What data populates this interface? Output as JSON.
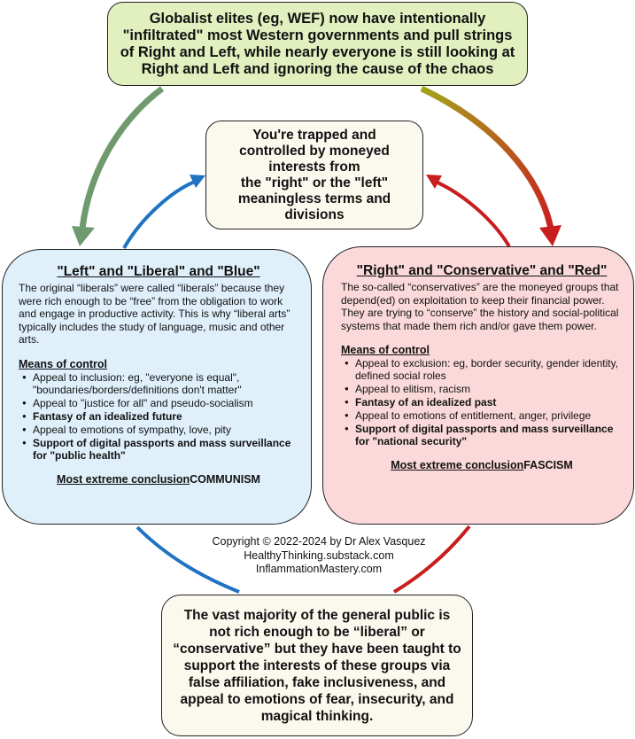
{
  "top_box": {
    "text": "Globalist elites (eg, WEF) now have intentionally \"infiltrated\" most Western governments and pull strings of Right and Left, while nearly everyone is still looking at Right and Left and ignoring the cause of the chaos"
  },
  "center_box": {
    "lines": [
      "You're trapped and",
      "controlled by moneyed",
      "interests from",
      "the \"right\" or the \"left\"",
      "meaningless terms and",
      "divisions"
    ]
  },
  "left_box": {
    "title": "\"Left\" and \"Liberal\" and \"Blue\"",
    "intro": "The original “liberals” were called “liberals” because they were rich enough to be “free” from the obligation to work and engage in productive activity. This is why “liberal arts” typically includes the study of language, music and other arts.",
    "means_label": "Means of control",
    "means": [
      {
        "text": "Appeal to inclusion: eg, \"everyone is equal\", \"boundaries/borders/definitions don't matter\"",
        "bold": false
      },
      {
        "text": "Appeal to \"justice for all\" and pseudo-socialism",
        "bold": false
      },
      {
        "text": "Fantasy of an idealized future",
        "bold": true
      },
      {
        "text": "Appeal to emotions of sympathy, love, pity",
        "bold": false
      },
      {
        "text": "Support of digital passports and mass surveillance for \"public health\"",
        "bold": true
      }
    ],
    "conclusion_label": "Most extreme conclusion",
    "conclusion_value": "COMMUNISM"
  },
  "right_box": {
    "title": "\"Right\" and \"Conservative\" and \"Red\"",
    "intro": "The so-called “conservatives” are the moneyed groups that depend(ed) on exploitation to keep their financial power. They are trying to “conserve” the  history and social-political systems that made them rich and/or gave them power.",
    "means_label": "Means of control",
    "means": [
      {
        "text": "Appeal to exclusion: eg, border security, gender identity, defined social roles",
        "bold": false
      },
      {
        "text": "Appeal to elitism, racism",
        "bold": false
      },
      {
        "text": "Fantasy of an idealized past",
        "bold": true
      },
      {
        "text": "Appeal to emotions of entitlement, anger, privilege",
        "bold": false
      },
      {
        "text": "Support of digital passports and mass surveillance for \"national security\"",
        "bold": true
      }
    ],
    "conclusion_label": "Most extreme conclusion",
    "conclusion_value": "FASCISM"
  },
  "copyright": {
    "line1": "Copyright © 2022-2024 by Dr Alex Vasquez",
    "line2": "HealthyThinking.substack.com",
    "line3": "InflammationMastery.com"
  },
  "bottom_box": {
    "text": "The vast majority of the general public is not rich enough to be “liberal” or “conservative” but they have been taught to support the interests of these groups via false affiliation, fake inclusiveness, and appeal to emotions of fear, insecurity, and magical thinking."
  },
  "colors": {
    "green_arrow": "#6e9a6e",
    "olive_arrow": "#a3a51c",
    "red_arrow": "#c81e1e",
    "blue_arrow": "#1f73c2",
    "top_fill": "#e2efbf",
    "left_fill": "#dff0fb",
    "right_fill": "#fbd9da",
    "neutral_fill": "#fbf8ee"
  }
}
